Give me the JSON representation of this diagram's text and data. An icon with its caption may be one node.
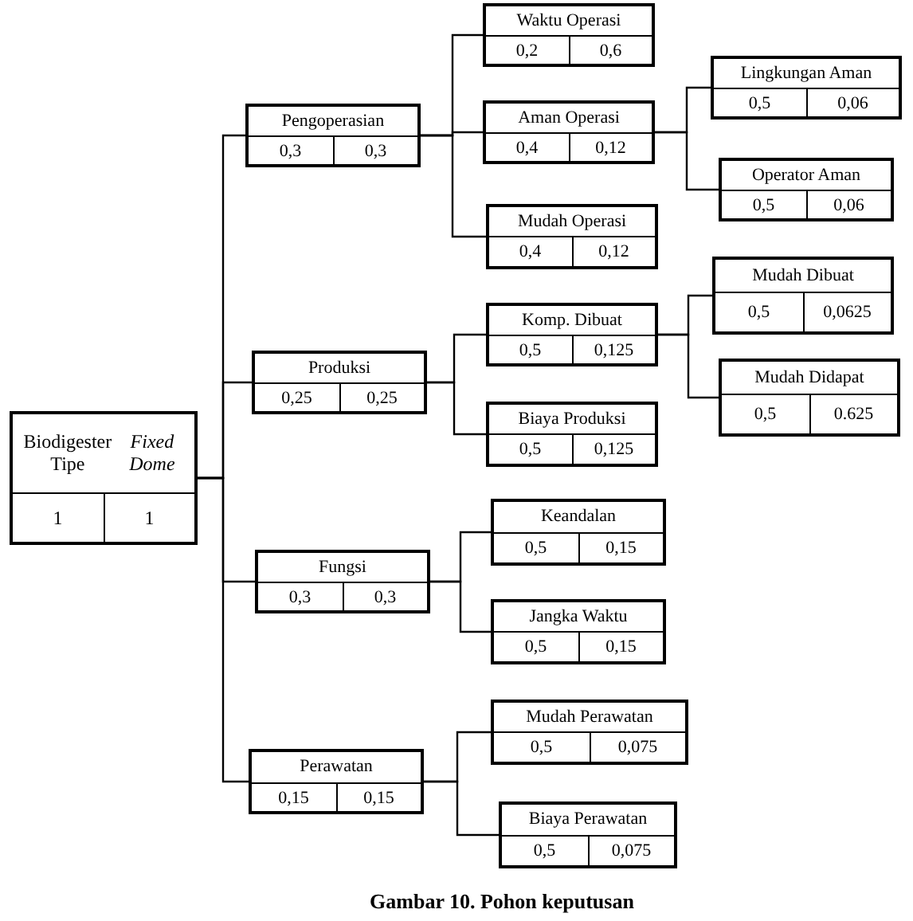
{
  "diagram": {
    "caption": "Gambar 10. Pohon keputusan",
    "nodes": [
      {
        "text": [
          "Biodigester Tipe *Fixed Dome*",
          "1",
          "1"
        ]
      },
      {
        "text": [
          "Pengoperasian",
          "0,3",
          "0,3"
        ]
      },
      {
        "text": [
          "Waktu Operasi",
          "0,2",
          "0,6"
        ]
      },
      {
        "text": [
          "Aman Operasi",
          "0,4",
          "0,12"
        ]
      },
      {
        "text": [
          "Lingkungan Aman",
          "0,5",
          "0,06"
        ]
      },
      {
        "text": [
          "Operator Aman",
          "0,5",
          "0,06"
        ]
      },
      {
        "text": [
          "Mudah Operasi",
          "0,4",
          "0,12"
        ]
      },
      {
        "text": [
          "Produksi",
          "0,25",
          "0,25"
        ]
      },
      {
        "text": [
          "Komp. Dibuat",
          "0,5",
          "0,125"
        ]
      },
      {
        "text": [
          "Mudah Dibuat",
          "0,5",
          "0,0625"
        ]
      },
      {
        "text": [
          "Mudah Didapat",
          "0,5",
          "0.625"
        ]
      },
      {
        "text": [
          "Biaya Produksi",
          "0,5",
          "0,125"
        ]
      },
      {
        "text": [
          "Fungsi",
          "0,3",
          "0,3"
        ]
      },
      {
        "text": [
          "Keandalan",
          "0,5",
          "0,15"
        ]
      },
      {
        "text": [
          "Jangka Waktu",
          "0,5",
          "0,15"
        ]
      },
      {
        "text": [
          "Perawatan",
          "0,15",
          "0,15"
        ]
      },
      {
        "text": [
          "Mudah Perawatan",
          "0,5",
          "0,075"
        ]
      },
      {
        "text": [
          "Biaya Perawatan",
          "0,5",
          "0,075"
        ]
      }
    ],
    "edges": [
      {
        "from": 0,
        "to": 1,
        "arrow": "none"
      },
      {
        "from": 0,
        "to": 7,
        "arrow": "none"
      },
      {
        "from": 0,
        "to": 12,
        "arrow": "none"
      },
      {
        "from": 0,
        "to": 15,
        "arrow": "none"
      },
      {
        "from": 1,
        "to": 2,
        "arrow": "none"
      },
      {
        "from": 1,
        "to": 3,
        "arrow": "none"
      },
      {
        "from": 1,
        "to": 6,
        "arrow": "none"
      },
      {
        "from": 3,
        "to": 4,
        "arrow": "none"
      },
      {
        "from": 3,
        "to": 5,
        "arrow": "none"
      },
      {
        "from": 7,
        "to": 8,
        "arrow": "none"
      },
      {
        "from": 7,
        "to": 11,
        "arrow": "none"
      },
      {
        "from": 8,
        "to": 9,
        "arrow": "none"
      },
      {
        "from": 8,
        "to": 10,
        "arrow": "none"
      },
      {
        "from": 12,
        "to": 13,
        "arrow": "none"
      },
      {
        "from": 12,
        "to": 14,
        "arrow": "none"
      },
      {
        "from": 15,
        "to": 16,
        "arrow": "none"
      },
      {
        "from": 15,
        "to": 17,
        "arrow": "none"
      }
    ]
  }
}
